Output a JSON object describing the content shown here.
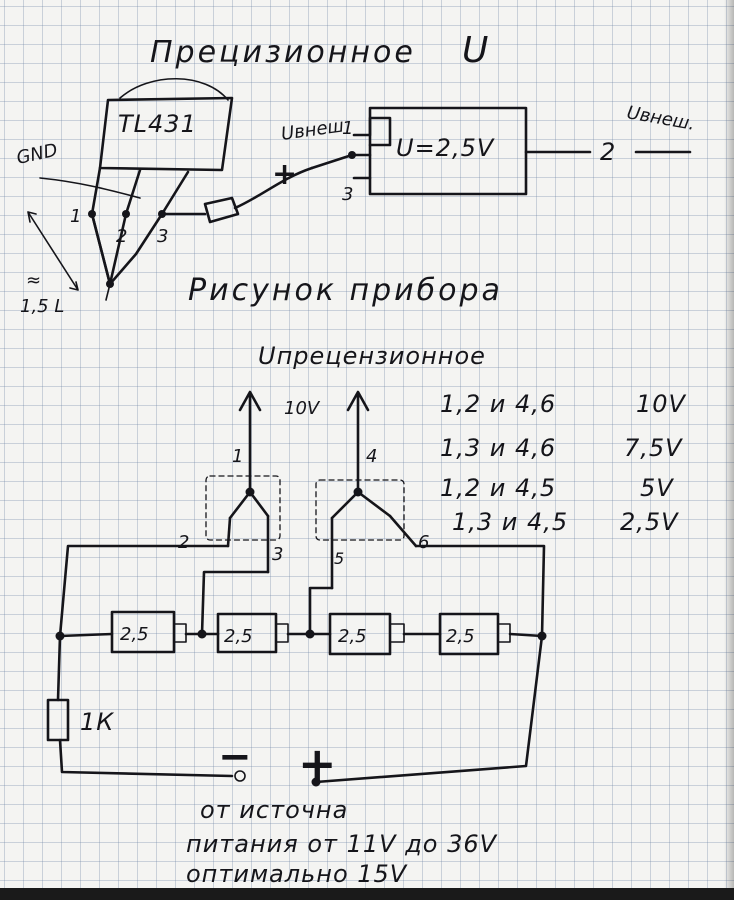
{
  "texts": {
    "title": "Прецизионное",
    "title_symbol": "U",
    "chip_name": "TL431",
    "gnd": "GND",
    "pin1": "1",
    "pin2": "2",
    "pin3": "3",
    "approx": "≈",
    "ohm15": "1,5 L",
    "u_vnesh": "Uвнеш",
    "plus": "+",
    "mod_pin1": "1",
    "mod_pin3": "3",
    "mod_label": "U=2,5V",
    "mod_pin2": "2",
    "u_vnesh_out": "Uвнеш.",
    "drawing_title": "Рисунок прибора",
    "u_precise": "Uпрецензионное",
    "v10": "10V",
    "out1": "1",
    "out4": "4",
    "r1_pins": "1,2 и 4,6",
    "r1_volt": "10V",
    "r2_pins": "1,3 и 4,6",
    "r2_volt": "7,5V",
    "r3_pins": "1,2 и 4,5",
    "r3_volt": "5V",
    "r4_pins": "1,3 и 4,5",
    "r4_volt": "2,5V",
    "sw2": "2",
    "sw3": "3",
    "sw5": "5",
    "sw6": "6",
    "mod_a": "2,5",
    "mod_b": "2,5",
    "mod_c": "2,5",
    "mod_d": "2,5",
    "res1k": "1К",
    "minus": "−",
    "plus2": "+",
    "src1": "от источна",
    "src2": "питания от 11V до 36V",
    "src3": "оптимально 15V"
  }
}
